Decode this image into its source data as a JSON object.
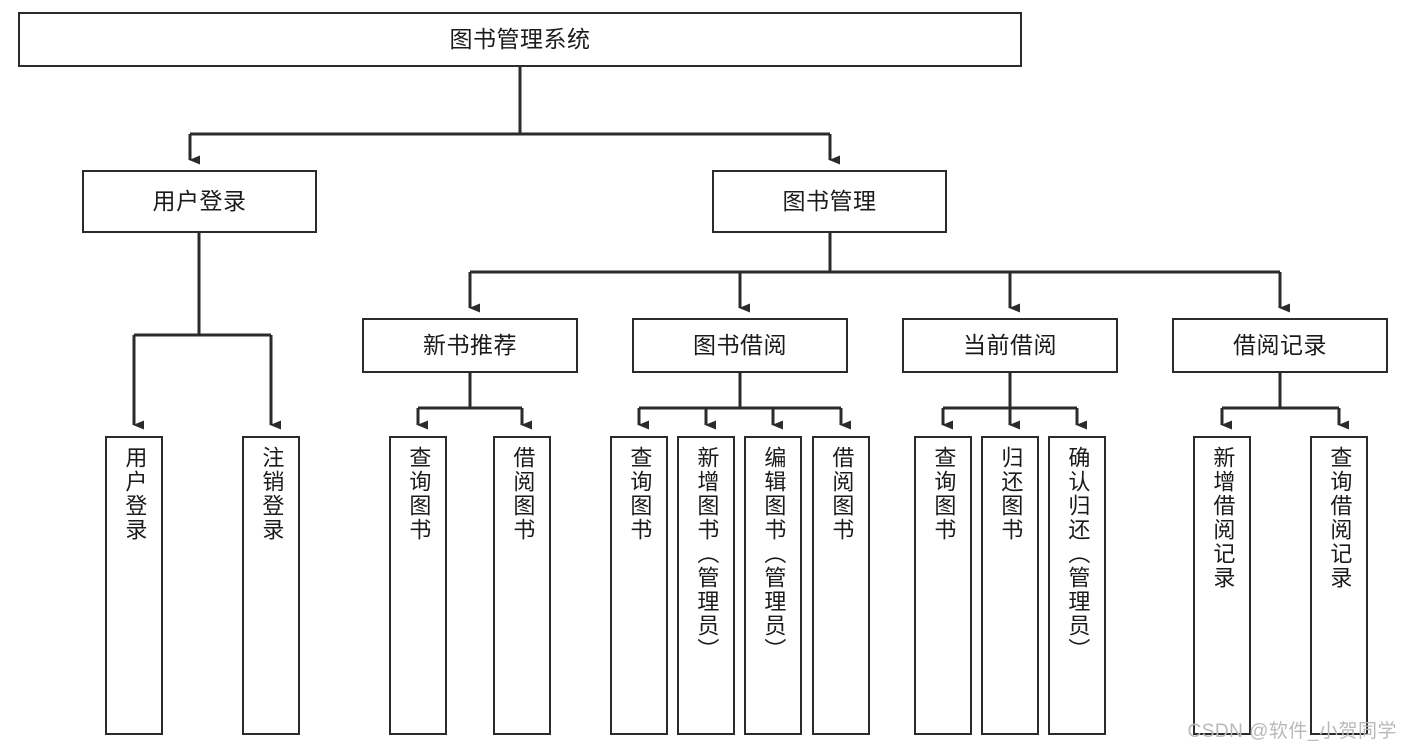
{
  "diagram": {
    "title": "图书管理系统",
    "type": "tree-hierarchy-chart",
    "colors": {
      "box_border": "#2b2b2b",
      "box_fill": "#ffffff",
      "connector": "#2b2b2b",
      "text": "#1b1b1b",
      "watermark": "#b9b9b9",
      "background": "#ffffff"
    },
    "root": {
      "label": "图书管理系统"
    },
    "level2": [
      {
        "label": "用户登录"
      },
      {
        "label": "图书管理"
      }
    ],
    "level3": [
      {
        "label": "新书推荐"
      },
      {
        "label": "图书借阅"
      },
      {
        "label": "当前借阅"
      },
      {
        "label": "借阅记录"
      }
    ],
    "leaves": {
      "user_login": [
        {
          "label": "用户登录"
        },
        {
          "label": "注销登录"
        }
      ],
      "new_book_recommend": [
        {
          "label": "查询图书"
        },
        {
          "label": "借阅图书"
        }
      ],
      "book_borrow": [
        {
          "label": "查询图书"
        },
        {
          "label": "新增图书（管理员）"
        },
        {
          "label": "编辑图书（管理员）"
        },
        {
          "label": "借阅图书"
        }
      ],
      "current_borrow": [
        {
          "label": "查询图书"
        },
        {
          "label": "归还图书"
        },
        {
          "label": "确认归还（管理员）"
        }
      ],
      "borrow_record": [
        {
          "label": "新增借阅记录"
        },
        {
          "label": "查询借阅记录"
        }
      ]
    }
  },
  "watermark": {
    "text": "CSDN @软件_小贺同学"
  }
}
